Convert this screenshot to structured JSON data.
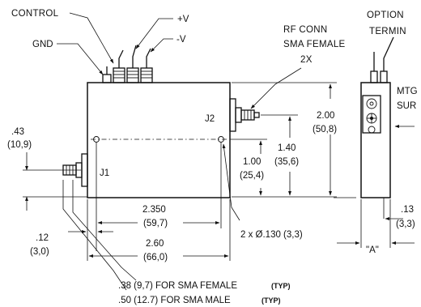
{
  "labels": {
    "control": "CONTROL",
    "plus_v": "+V",
    "gnd": "GND",
    "minus_v": "-V",
    "rf_conn_line1": "RF CONN",
    "rf_conn_line2": "SMA FEMALE",
    "rf_conn_line3": "2X",
    "j2": "J2",
    "j1": "J1",
    "option_line1": "OPTION",
    "option_line2": "TERMIN",
    "mtg_line1": "MTG",
    "mtg_line2": "SUR",
    "view_a": "\"A\""
  },
  "dimensions": {
    "d043_in": ".43",
    "d043_mm": "(10,9)",
    "d200_in": "2.00",
    "d200_mm": "(50,8)",
    "d140_in": "1.40",
    "d140_mm": "(35,6)",
    "d100_in": "1.00",
    "d100_mm": "(25,4)",
    "d2350_in": "2.350",
    "d2350_mm": "(59,7)",
    "d260_in": "2.60",
    "d260_mm": "(66,0)",
    "d012_in": ".12",
    "d012_mm": "(3,0)",
    "d013_in": ".13",
    "d013_mm": "(3,3)",
    "hole": "2 x Ø.130 (3,3)",
    "note_female": ".38 (9,7) FOR SMA FEMALE",
    "note_male": ".50 (12.7) FOR SMA MALE",
    "typ_female": "(TYP)",
    "typ_male": "(TYP)"
  }
}
